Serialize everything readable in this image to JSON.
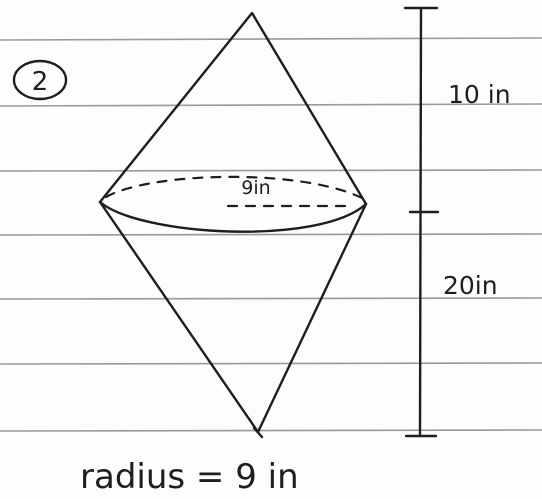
{
  "problem": {
    "number": "2"
  },
  "figure": {
    "base_label": "9in",
    "top_height_label": "10 in",
    "bottom_height_label": "20in"
  },
  "caption": "radius = 9 in"
}
